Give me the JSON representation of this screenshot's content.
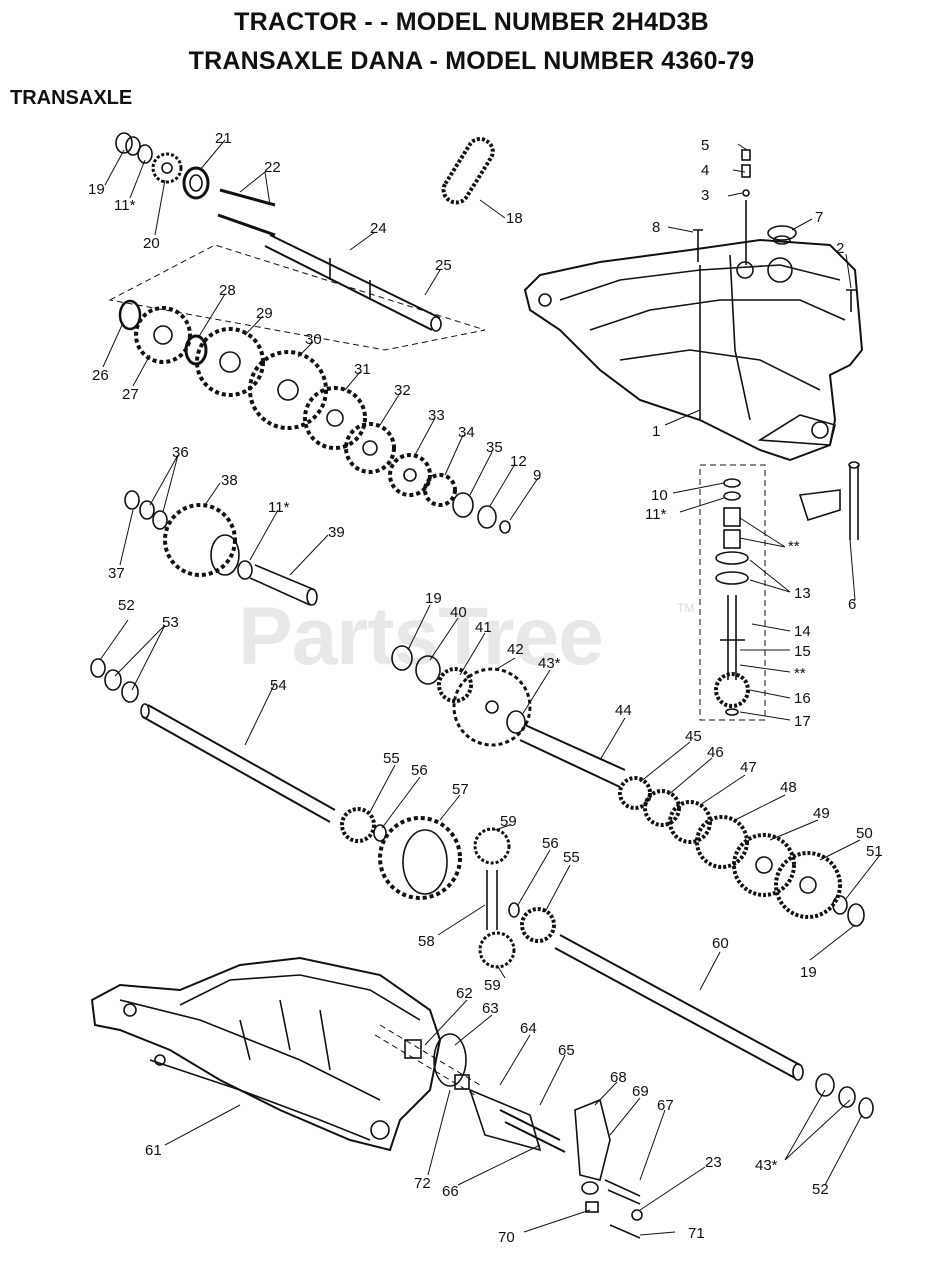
{
  "header": {
    "title_line1": "TRACTOR - - MODEL NUMBER 2H4D3B",
    "title_line2": "TRANSAXLE DANA - MODEL NUMBER 4360-79",
    "section": "TRANSAXLE"
  },
  "watermark": {
    "text": "PartsTree",
    "trademark": "TM"
  },
  "colors": {
    "ink": "#111111",
    "background": "#ffffff",
    "watermark": "#e6e6e6"
  },
  "parts": [
    {
      "id": "19a",
      "label": "19"
    },
    {
      "id": "11a",
      "label": "11*"
    },
    {
      "id": "20",
      "label": "20"
    },
    {
      "id": "21",
      "label": "21"
    },
    {
      "id": "22",
      "label": "22"
    },
    {
      "id": "24",
      "label": "24"
    },
    {
      "id": "25",
      "label": "25"
    },
    {
      "id": "18",
      "label": "18"
    },
    {
      "id": "5",
      "label": "5"
    },
    {
      "id": "4",
      "label": "4"
    },
    {
      "id": "3",
      "label": "3"
    },
    {
      "id": "8",
      "label": "8"
    },
    {
      "id": "7",
      "label": "7"
    },
    {
      "id": "2",
      "label": "2"
    },
    {
      "id": "26",
      "label": "26"
    },
    {
      "id": "27",
      "label": "27"
    },
    {
      "id": "28",
      "label": "28"
    },
    {
      "id": "29",
      "label": "29"
    },
    {
      "id": "30",
      "label": "30"
    },
    {
      "id": "31",
      "label": "31"
    },
    {
      "id": "32",
      "label": "32"
    },
    {
      "id": "33",
      "label": "33"
    },
    {
      "id": "34",
      "label": "34"
    },
    {
      "id": "35",
      "label": "35"
    },
    {
      "id": "12",
      "label": "12"
    },
    {
      "id": "9",
      "label": "9"
    },
    {
      "id": "1",
      "label": "1"
    },
    {
      "id": "36",
      "label": "36"
    },
    {
      "id": "37",
      "label": "37"
    },
    {
      "id": "38",
      "label": "38"
    },
    {
      "id": "11b",
      "label": "11*"
    },
    {
      "id": "39",
      "label": "39"
    },
    {
      "id": "10",
      "label": "10"
    },
    {
      "id": "11c",
      "label": "11*"
    },
    {
      "id": "star1",
      "label": "**"
    },
    {
      "id": "13",
      "label": "13"
    },
    {
      "id": "6",
      "label": "6"
    },
    {
      "id": "14",
      "label": "14"
    },
    {
      "id": "15",
      "label": "15"
    },
    {
      "id": "star2",
      "label": "**"
    },
    {
      "id": "16",
      "label": "16"
    },
    {
      "id": "17",
      "label": "17"
    },
    {
      "id": "52a",
      "label": "52"
    },
    {
      "id": "53",
      "label": "53"
    },
    {
      "id": "54",
      "label": "54"
    },
    {
      "id": "19b",
      "label": "19"
    },
    {
      "id": "40",
      "label": "40"
    },
    {
      "id": "41",
      "label": "41"
    },
    {
      "id": "42",
      "label": "42"
    },
    {
      "id": "43a",
      "label": "43*"
    },
    {
      "id": "44",
      "label": "44"
    },
    {
      "id": "45",
      "label": "45"
    },
    {
      "id": "46",
      "label": "46"
    },
    {
      "id": "47",
      "label": "47"
    },
    {
      "id": "48",
      "label": "48"
    },
    {
      "id": "49",
      "label": "49"
    },
    {
      "id": "50",
      "label": "50"
    },
    {
      "id": "51",
      "label": "51"
    },
    {
      "id": "19c",
      "label": "19"
    },
    {
      "id": "55a",
      "label": "55"
    },
    {
      "id": "56a",
      "label": "56"
    },
    {
      "id": "57",
      "label": "57"
    },
    {
      "id": "59a",
      "label": "59"
    },
    {
      "id": "56b",
      "label": "56"
    },
    {
      "id": "55b",
      "label": "55"
    },
    {
      "id": "58",
      "label": "58"
    },
    {
      "id": "59b",
      "label": "59"
    },
    {
      "id": "60",
      "label": "60"
    },
    {
      "id": "62",
      "label": "62"
    },
    {
      "id": "63",
      "label": "63"
    },
    {
      "id": "64",
      "label": "64"
    },
    {
      "id": "65",
      "label": "65"
    },
    {
      "id": "68",
      "label": "68"
    },
    {
      "id": "69",
      "label": "69"
    },
    {
      "id": "67",
      "label": "67"
    },
    {
      "id": "61",
      "label": "61"
    },
    {
      "id": "23",
      "label": "23"
    },
    {
      "id": "43b",
      "label": "43*"
    },
    {
      "id": "52b",
      "label": "52"
    },
    {
      "id": "72",
      "label": "72"
    },
    {
      "id": "66",
      "label": "66"
    },
    {
      "id": "70",
      "label": "70"
    },
    {
      "id": "71",
      "label": "71"
    }
  ]
}
